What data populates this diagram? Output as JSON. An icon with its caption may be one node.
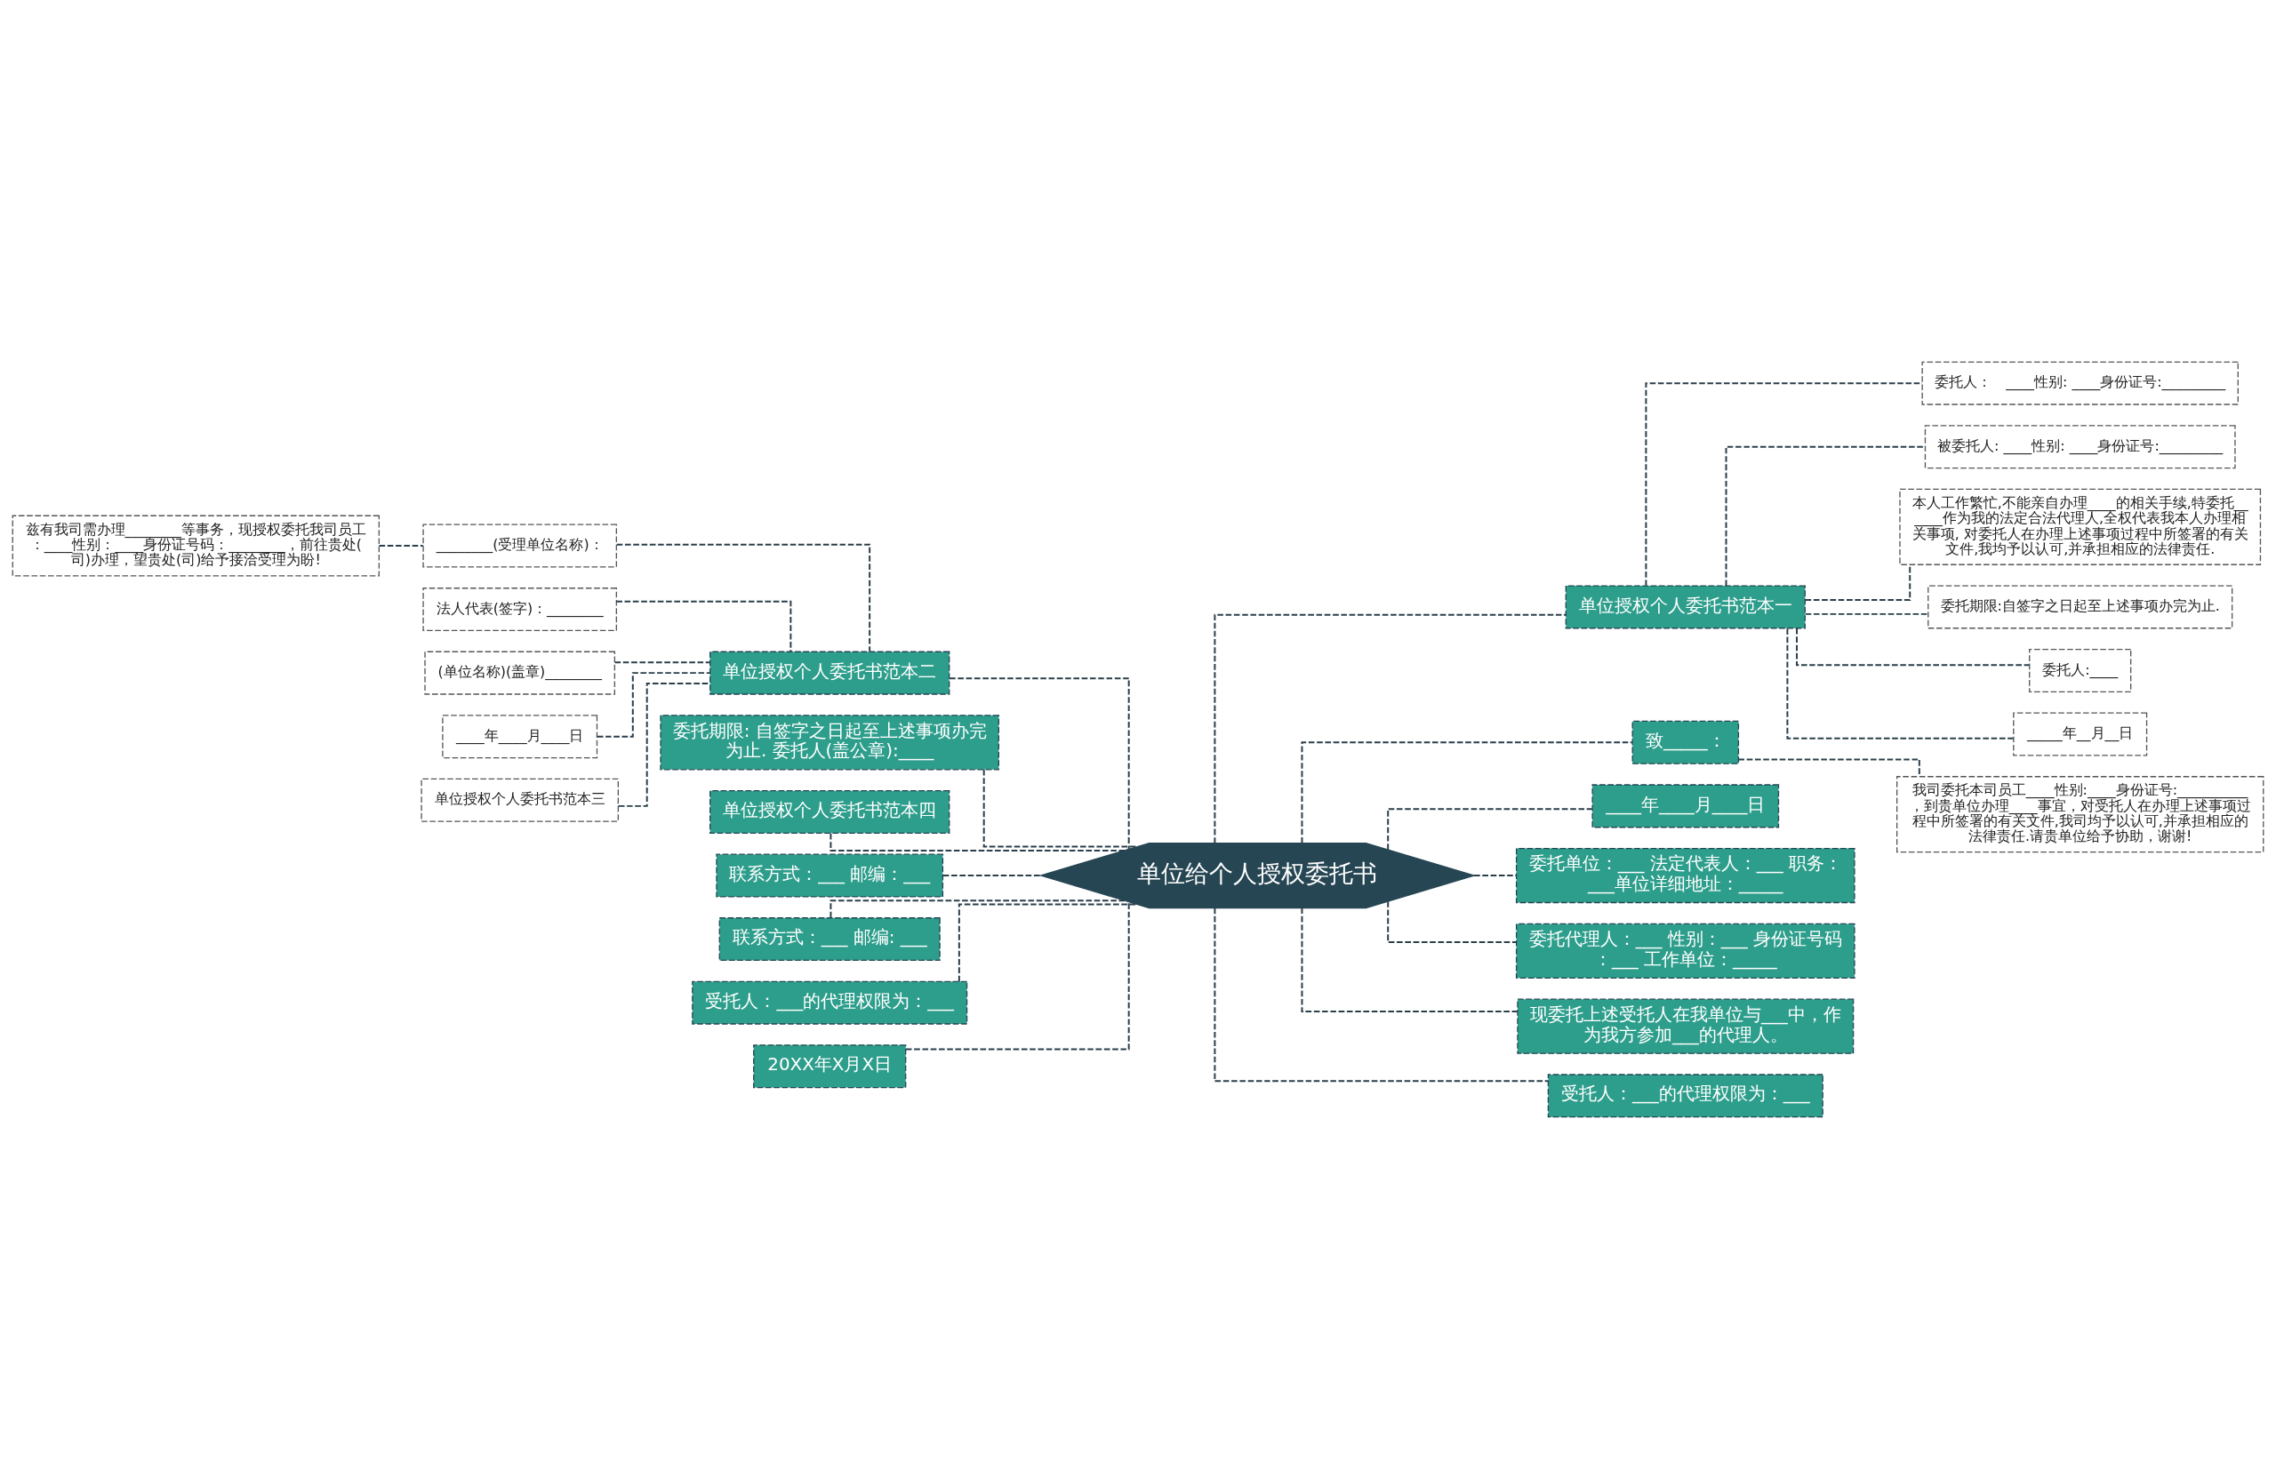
{
  "diagram": {
    "nodes": [
      {
        "text": [
          "单位给个人授权委托书"
        ]
      },
      {
        "text": [
          "单位授权个人委托书范本一"
        ]
      },
      {
        "text": [
          "委托人：　____性别: ____身份证号:_________"
        ]
      },
      {
        "text": [
          "被委托人: ____性别: ____身份证号:_________"
        ]
      },
      {
        "text": [
          "本人工作繁忙,不能亲自办理____的相关手续,特委托______作为我的法定合法代理人,全权代表我本人办理相关事项, 对委托人在办理上述事项过程中所签署的有关文件,我均予以认可,并承担相应的法律责任."
        ]
      },
      {
        "text": [
          "委托期限:自签字之日起至上述事项办完为止."
        ]
      },
      {
        "text": [
          "委托人:____"
        ]
      },
      {
        "text": [
          "_____年__月__日"
        ]
      },
      {
        "text": [
          "致_____："
        ]
      },
      {
        "text": [
          "我司委托本司员工____性别:____身份证号:__________，到贵单位办理____事宜，对受托人在办理上述事项过程中所签署的有关文件,我司均予以认可,并承担相应的法律责任.请贵单位给予协助，谢谢!"
        ]
      },
      {
        "text": [
          "____年____月____日"
        ]
      },
      {
        "text": [
          "委托单位：___ 法定代表人：___ 职务：___单位详细地址：_____"
        ]
      },
      {
        "text": [
          "委托代理人：___ 性别：___ 身份证号码：___ 工作单位：_____"
        ]
      },
      {
        "text": [
          "现委托上述受托人在我单位与___中，作为我方参加___的代理人。"
        ]
      },
      {
        "text": [
          "受托人：___的代理权限为：___"
        ]
      },
      {
        "text": [
          "单位授权个人委托书范本二"
        ]
      },
      {
        "text": [
          "________(受理单位名称)："
        ]
      },
      {
        "text": [
          "兹有我司需办理________等事务，现授权委托我司员工：____性别：____身份证号码：________，前往贵处(司)办理，望贵处(司)给予接洽受理为盼!"
        ]
      },
      {
        "text": [
          "法人代表(签字)：________"
        ]
      },
      {
        "text": [
          "(单位名称)(盖章)________"
        ]
      },
      {
        "text": [
          "____年____月____日"
        ]
      },
      {
        "text": [
          "单位授权个人委托书范本三"
        ]
      },
      {
        "text": [
          "委托期限: 自签字之日起至上述事项办完为止. 委托人(盖公章):____"
        ]
      },
      {
        "text": [
          "单位授权个人委托书范本四"
        ]
      },
      {
        "text": [
          "联系方式：___ 邮编：___"
        ]
      },
      {
        "text": [
          "联系方式：___ 邮编: ___"
        ]
      },
      {
        "text": [
          "受托人：___的代理权限为：___"
        ]
      },
      {
        "text": [
          "20XX年X月X日"
        ]
      }
    ],
    "edges": [
      {
        "from": 0,
        "to": 1,
        "arrow": "none"
      },
      {
        "from": 1,
        "to": 2,
        "arrow": "none"
      },
      {
        "from": 1,
        "to": 3,
        "arrow": "none"
      },
      {
        "from": 1,
        "to": 4,
        "arrow": "none"
      },
      {
        "from": 1,
        "to": 5,
        "arrow": "none"
      },
      {
        "from": 1,
        "to": 6,
        "arrow": "none"
      },
      {
        "from": 1,
        "to": 7,
        "arrow": "none"
      },
      {
        "from": 0,
        "to": 8,
        "arrow": "none"
      },
      {
        "from": 8,
        "to": 9,
        "arrow": "none"
      },
      {
        "from": 0,
        "to": 10,
        "arrow": "none"
      },
      {
        "from": 0,
        "to": 11,
        "arrow": "none"
      },
      {
        "from": 0,
        "to": 12,
        "arrow": "none"
      },
      {
        "from": 0,
        "to": 13,
        "arrow": "none"
      },
      {
        "from": 0,
        "to": 14,
        "arrow": "none"
      },
      {
        "from": 15,
        "to": 0,
        "arrow": "none"
      },
      {
        "from": 16,
        "to": 15,
        "arrow": "none"
      },
      {
        "from": 17,
        "to": 16,
        "arrow": "none"
      },
      {
        "from": 18,
        "to": 15,
        "arrow": "none"
      },
      {
        "from": 19,
        "to": 15,
        "arrow": "none"
      },
      {
        "from": 20,
        "to": 15,
        "arrow": "none"
      },
      {
        "from": 21,
        "to": 15,
        "arrow": "none"
      },
      {
        "from": 22,
        "to": 0,
        "arrow": "none"
      },
      {
        "from": 23,
        "to": 0,
        "arrow": "none"
      },
      {
        "from": 24,
        "to": 0,
        "arrow": "none"
      },
      {
        "from": 25,
        "to": 0,
        "arrow": "none"
      },
      {
        "from": 26,
        "to": 0,
        "arrow": "none"
      },
      {
        "from": 27,
        "to": 0,
        "arrow": "none"
      }
    ]
  }
}
